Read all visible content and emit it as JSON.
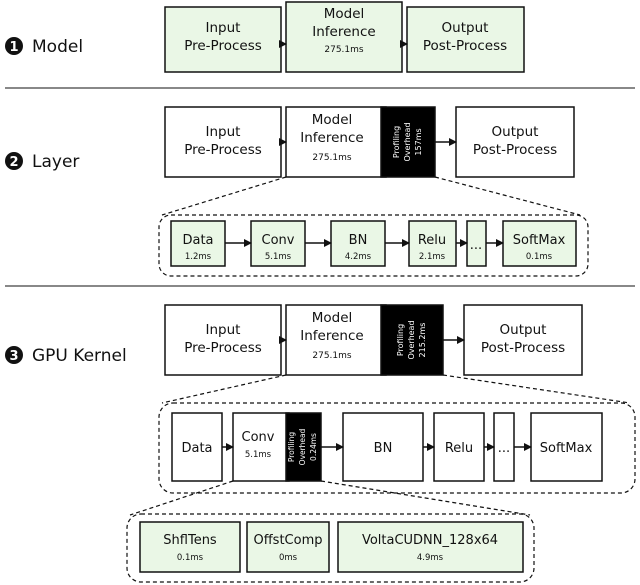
{
  "sections": [
    {
      "marker": "1",
      "title": "Model",
      "input": [
        "Input",
        "Pre-Process"
      ],
      "model": [
        "Model",
        "Inference"
      ],
      "model_time": "275.1ms",
      "output": [
        "Output",
        "Post-Process"
      ]
    },
    {
      "marker": "2",
      "title": "Layer",
      "input": [
        "Input",
        "Pre-Process"
      ],
      "model": [
        "Model",
        "Inference"
      ],
      "model_time": "275.1ms",
      "overhead": [
        "Profiling",
        "Overhead",
        "157ms"
      ],
      "output": [
        "Output",
        "Post-Process"
      ],
      "layers": [
        {
          "label": "Data",
          "time": "1.2ms"
        },
        {
          "label": "Conv",
          "time": "5.1ms"
        },
        {
          "label": "BN",
          "time": "4.2ms"
        },
        {
          "label": "Relu",
          "time": "2.1ms"
        },
        {
          "label": "...",
          "time": ""
        },
        {
          "label": "SoftMax",
          "time": "0.1ms"
        }
      ]
    },
    {
      "marker": "3",
      "title": "GPU Kernel",
      "input": [
        "Input",
        "Pre-Process"
      ],
      "model": [
        "Model",
        "Inference"
      ],
      "model_time": "275.1ms",
      "overhead": [
        "Profiling",
        "Overhead",
        "215.2ms"
      ],
      "output": [
        "Output",
        "Post-Process"
      ],
      "layers": [
        {
          "label": "Data",
          "time": ""
        },
        {
          "label": "Conv",
          "time": "5.1ms"
        },
        {
          "label": "BN",
          "time": ""
        },
        {
          "label": "Relu",
          "time": ""
        },
        {
          "label": "...",
          "time": ""
        },
        {
          "label": "SoftMax",
          "time": ""
        }
      ],
      "conv_overhead": [
        "Profiling",
        "Overhead",
        "0.24ms"
      ],
      "kernels": [
        {
          "label": "ShflTens",
          "time": "0.1ms"
        },
        {
          "label": "OffstComp",
          "time": "0ms"
        },
        {
          "label": "VoltaCUDNN_128x64",
          "time": "4.9ms"
        }
      ]
    }
  ],
  "colors": {
    "green": "#eaf7e6",
    "overhead": "#000000",
    "white": "#ffffff",
    "stroke": "#111111",
    "divider": "#888888"
  }
}
